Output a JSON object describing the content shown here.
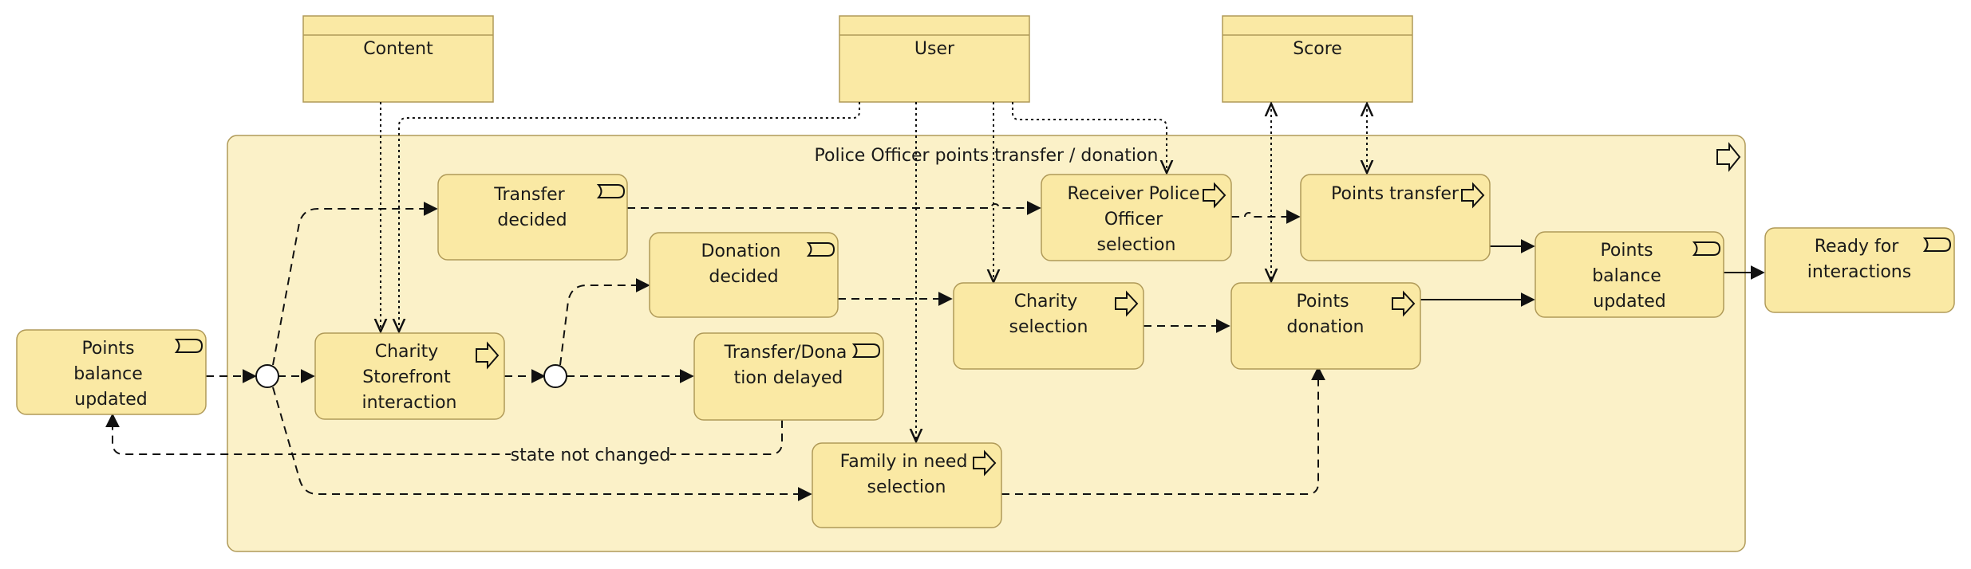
{
  "colors": {
    "node_fill": "#fae9a4",
    "node_stroke": "#b09a58",
    "group_fill": "#fbf1c8",
    "line": "#111111"
  },
  "group": {
    "label": "Police Officer points transfer / donation",
    "icon": "process-icon"
  },
  "data_objects": {
    "content": "Content",
    "user": "User",
    "score": "Score"
  },
  "nodes": {
    "balance_in": [
      "Points",
      "balance",
      "updated"
    ],
    "transfer_decided": [
      "Transfer",
      "decided"
    ],
    "donation_decided": [
      "Donation",
      "decided"
    ],
    "charity_storefront": [
      "Charity",
      "Storefront",
      "interaction"
    ],
    "transfer_delayed": [
      "Transfer/Dona",
      "tion delayed"
    ],
    "receiver_selection": [
      "Receiver Police",
      "Officer",
      "selection"
    ],
    "charity_selection": [
      "Charity",
      "selection"
    ],
    "family_selection": [
      "Family in need",
      "selection"
    ],
    "points_transfer": [
      "Points transfer"
    ],
    "points_donation": [
      "Points",
      "donation"
    ],
    "balance_out": [
      "Points",
      "balance",
      "updated"
    ],
    "ready": [
      "Ready for",
      "interactions"
    ]
  },
  "edge_labels": {
    "state_not_changed": "state not changed"
  }
}
